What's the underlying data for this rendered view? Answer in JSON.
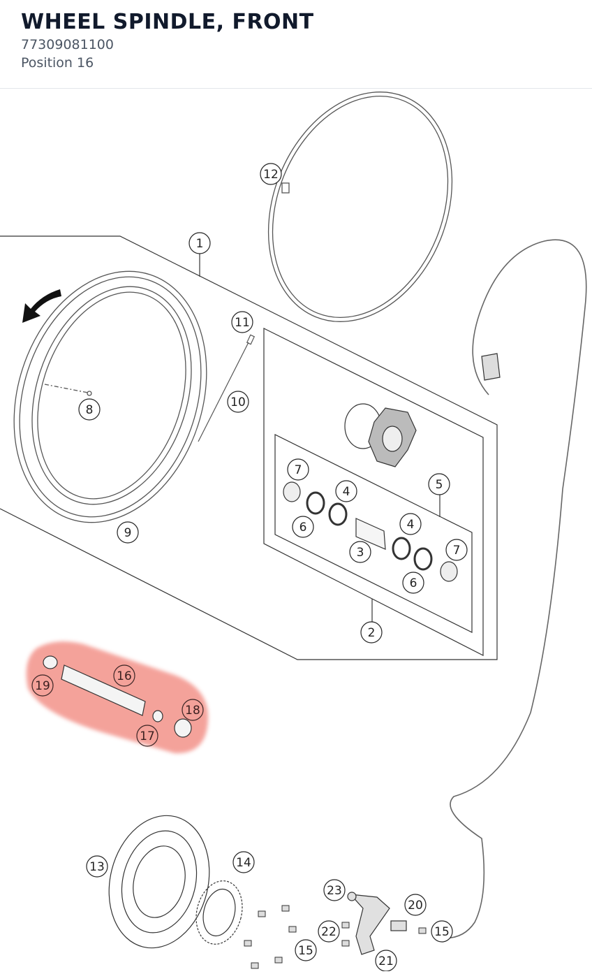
{
  "header": {
    "title": "WHEEL SPINDLE, FRONT",
    "part_number": "77309081100",
    "position": "Position 16"
  },
  "highlight_color": "#f28b82",
  "callouts": [
    {
      "id": "c1",
      "label": "1"
    },
    {
      "id": "c2",
      "label": "2"
    },
    {
      "id": "c3",
      "label": "3"
    },
    {
      "id": "c4a",
      "label": "4"
    },
    {
      "id": "c4b",
      "label": "4"
    },
    {
      "id": "c5",
      "label": "5"
    },
    {
      "id": "c6a",
      "label": "6"
    },
    {
      "id": "c6b",
      "label": "6"
    },
    {
      "id": "c7a",
      "label": "7"
    },
    {
      "id": "c7b",
      "label": "7"
    },
    {
      "id": "c8",
      "label": "8"
    },
    {
      "id": "c9",
      "label": "9"
    },
    {
      "id": "c10",
      "label": "10"
    },
    {
      "id": "c11",
      "label": "11"
    },
    {
      "id": "c12",
      "label": "12"
    },
    {
      "id": "c13",
      "label": "13"
    },
    {
      "id": "c14",
      "label": "14"
    },
    {
      "id": "c15a",
      "label": "15"
    },
    {
      "id": "c15b",
      "label": "15"
    },
    {
      "id": "c16",
      "label": "16"
    },
    {
      "id": "c17",
      "label": "17"
    },
    {
      "id": "c18",
      "label": "18"
    },
    {
      "id": "c19",
      "label": "19"
    },
    {
      "id": "c20",
      "label": "20"
    },
    {
      "id": "c21",
      "label": "21"
    },
    {
      "id": "c22",
      "label": "22"
    },
    {
      "id": "c23",
      "label": "23"
    }
  ]
}
